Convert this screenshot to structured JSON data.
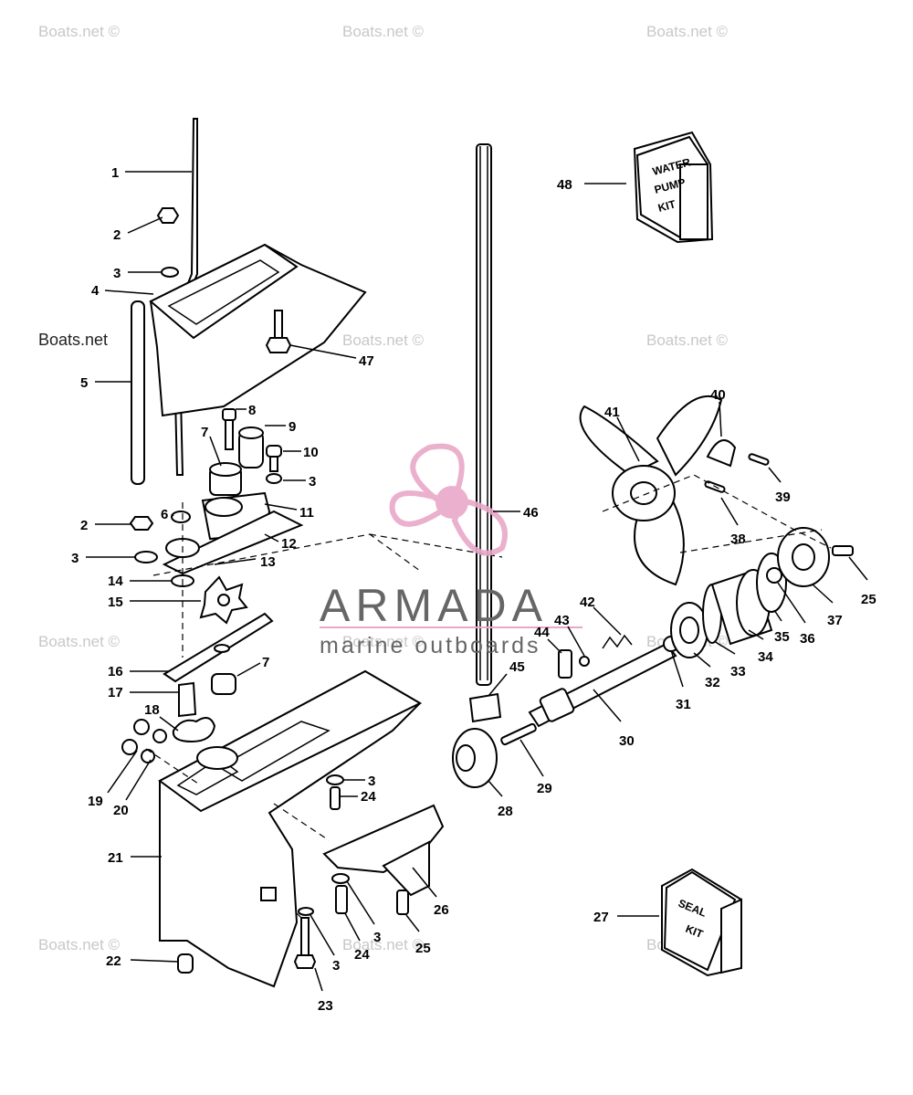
{
  "watermark": {
    "text": "Boats.net ©",
    "text_plain": "Boats.net"
  },
  "logo": {
    "name": "ARMADA",
    "tagline": "marine outboards",
    "color_pink": "#e8a8c8",
    "color_text": "#666666"
  },
  "kits": {
    "water_pump": [
      "WATER",
      "PUMP",
      "KIT"
    ],
    "seal": [
      "SEAL",
      "KIT"
    ]
  },
  "callouts": [
    {
      "id": "c1",
      "label": "1"
    },
    {
      "id": "c2a",
      "label": "2"
    },
    {
      "id": "c3a",
      "label": "3"
    },
    {
      "id": "c4",
      "label": "4"
    },
    {
      "id": "c5",
      "label": "5"
    },
    {
      "id": "c47",
      "label": "47"
    },
    {
      "id": "c8",
      "label": "8"
    },
    {
      "id": "c7a",
      "label": "7"
    },
    {
      "id": "c9",
      "label": "9"
    },
    {
      "id": "c10",
      "label": "10"
    },
    {
      "id": "c3b",
      "label": "3"
    },
    {
      "id": "c6",
      "label": "6"
    },
    {
      "id": "c11",
      "label": "11"
    },
    {
      "id": "c2b",
      "label": "2"
    },
    {
      "id": "c12",
      "label": "12"
    },
    {
      "id": "c3c",
      "label": "3"
    },
    {
      "id": "c13",
      "label": "13"
    },
    {
      "id": "c14",
      "label": "14"
    },
    {
      "id": "c15",
      "label": "15"
    },
    {
      "id": "c16",
      "label": "16"
    },
    {
      "id": "c7b",
      "label": "7"
    },
    {
      "id": "c17",
      "label": "17"
    },
    {
      "id": "c18",
      "label": "18"
    },
    {
      "id": "c19",
      "label": "19"
    },
    {
      "id": "c20",
      "label": "20"
    },
    {
      "id": "c21",
      "label": "21"
    },
    {
      "id": "c22",
      "label": "22"
    },
    {
      "id": "c23",
      "label": "23"
    },
    {
      "id": "c3d",
      "label": "3"
    },
    {
      "id": "c24a",
      "label": "24"
    },
    {
      "id": "c3e",
      "label": "3"
    },
    {
      "id": "c24b",
      "label": "24"
    },
    {
      "id": "c3f",
      "label": "3"
    },
    {
      "id": "c25a",
      "label": "25"
    },
    {
      "id": "c26",
      "label": "26"
    },
    {
      "id": "c27",
      "label": "27"
    },
    {
      "id": "c28",
      "label": "28"
    },
    {
      "id": "c29",
      "label": "29"
    },
    {
      "id": "c30",
      "label": "30"
    },
    {
      "id": "c31",
      "label": "31"
    },
    {
      "id": "c32",
      "label": "32"
    },
    {
      "id": "c33",
      "label": "33"
    },
    {
      "id": "c34",
      "label": "34"
    },
    {
      "id": "c35",
      "label": "35"
    },
    {
      "id": "c36",
      "label": "36"
    },
    {
      "id": "c37",
      "label": "37"
    },
    {
      "id": "c25b",
      "label": "25"
    },
    {
      "id": "c38",
      "label": "38"
    },
    {
      "id": "c39",
      "label": "39"
    },
    {
      "id": "c40",
      "label": "40"
    },
    {
      "id": "c41",
      "label": "41"
    },
    {
      "id": "c42",
      "label": "42"
    },
    {
      "id": "c43",
      "label": "43"
    },
    {
      "id": "c44",
      "label": "44"
    },
    {
      "id": "c45",
      "label": "45"
    },
    {
      "id": "c46",
      "label": "46"
    },
    {
      "id": "c48",
      "label": "48"
    }
  ]
}
